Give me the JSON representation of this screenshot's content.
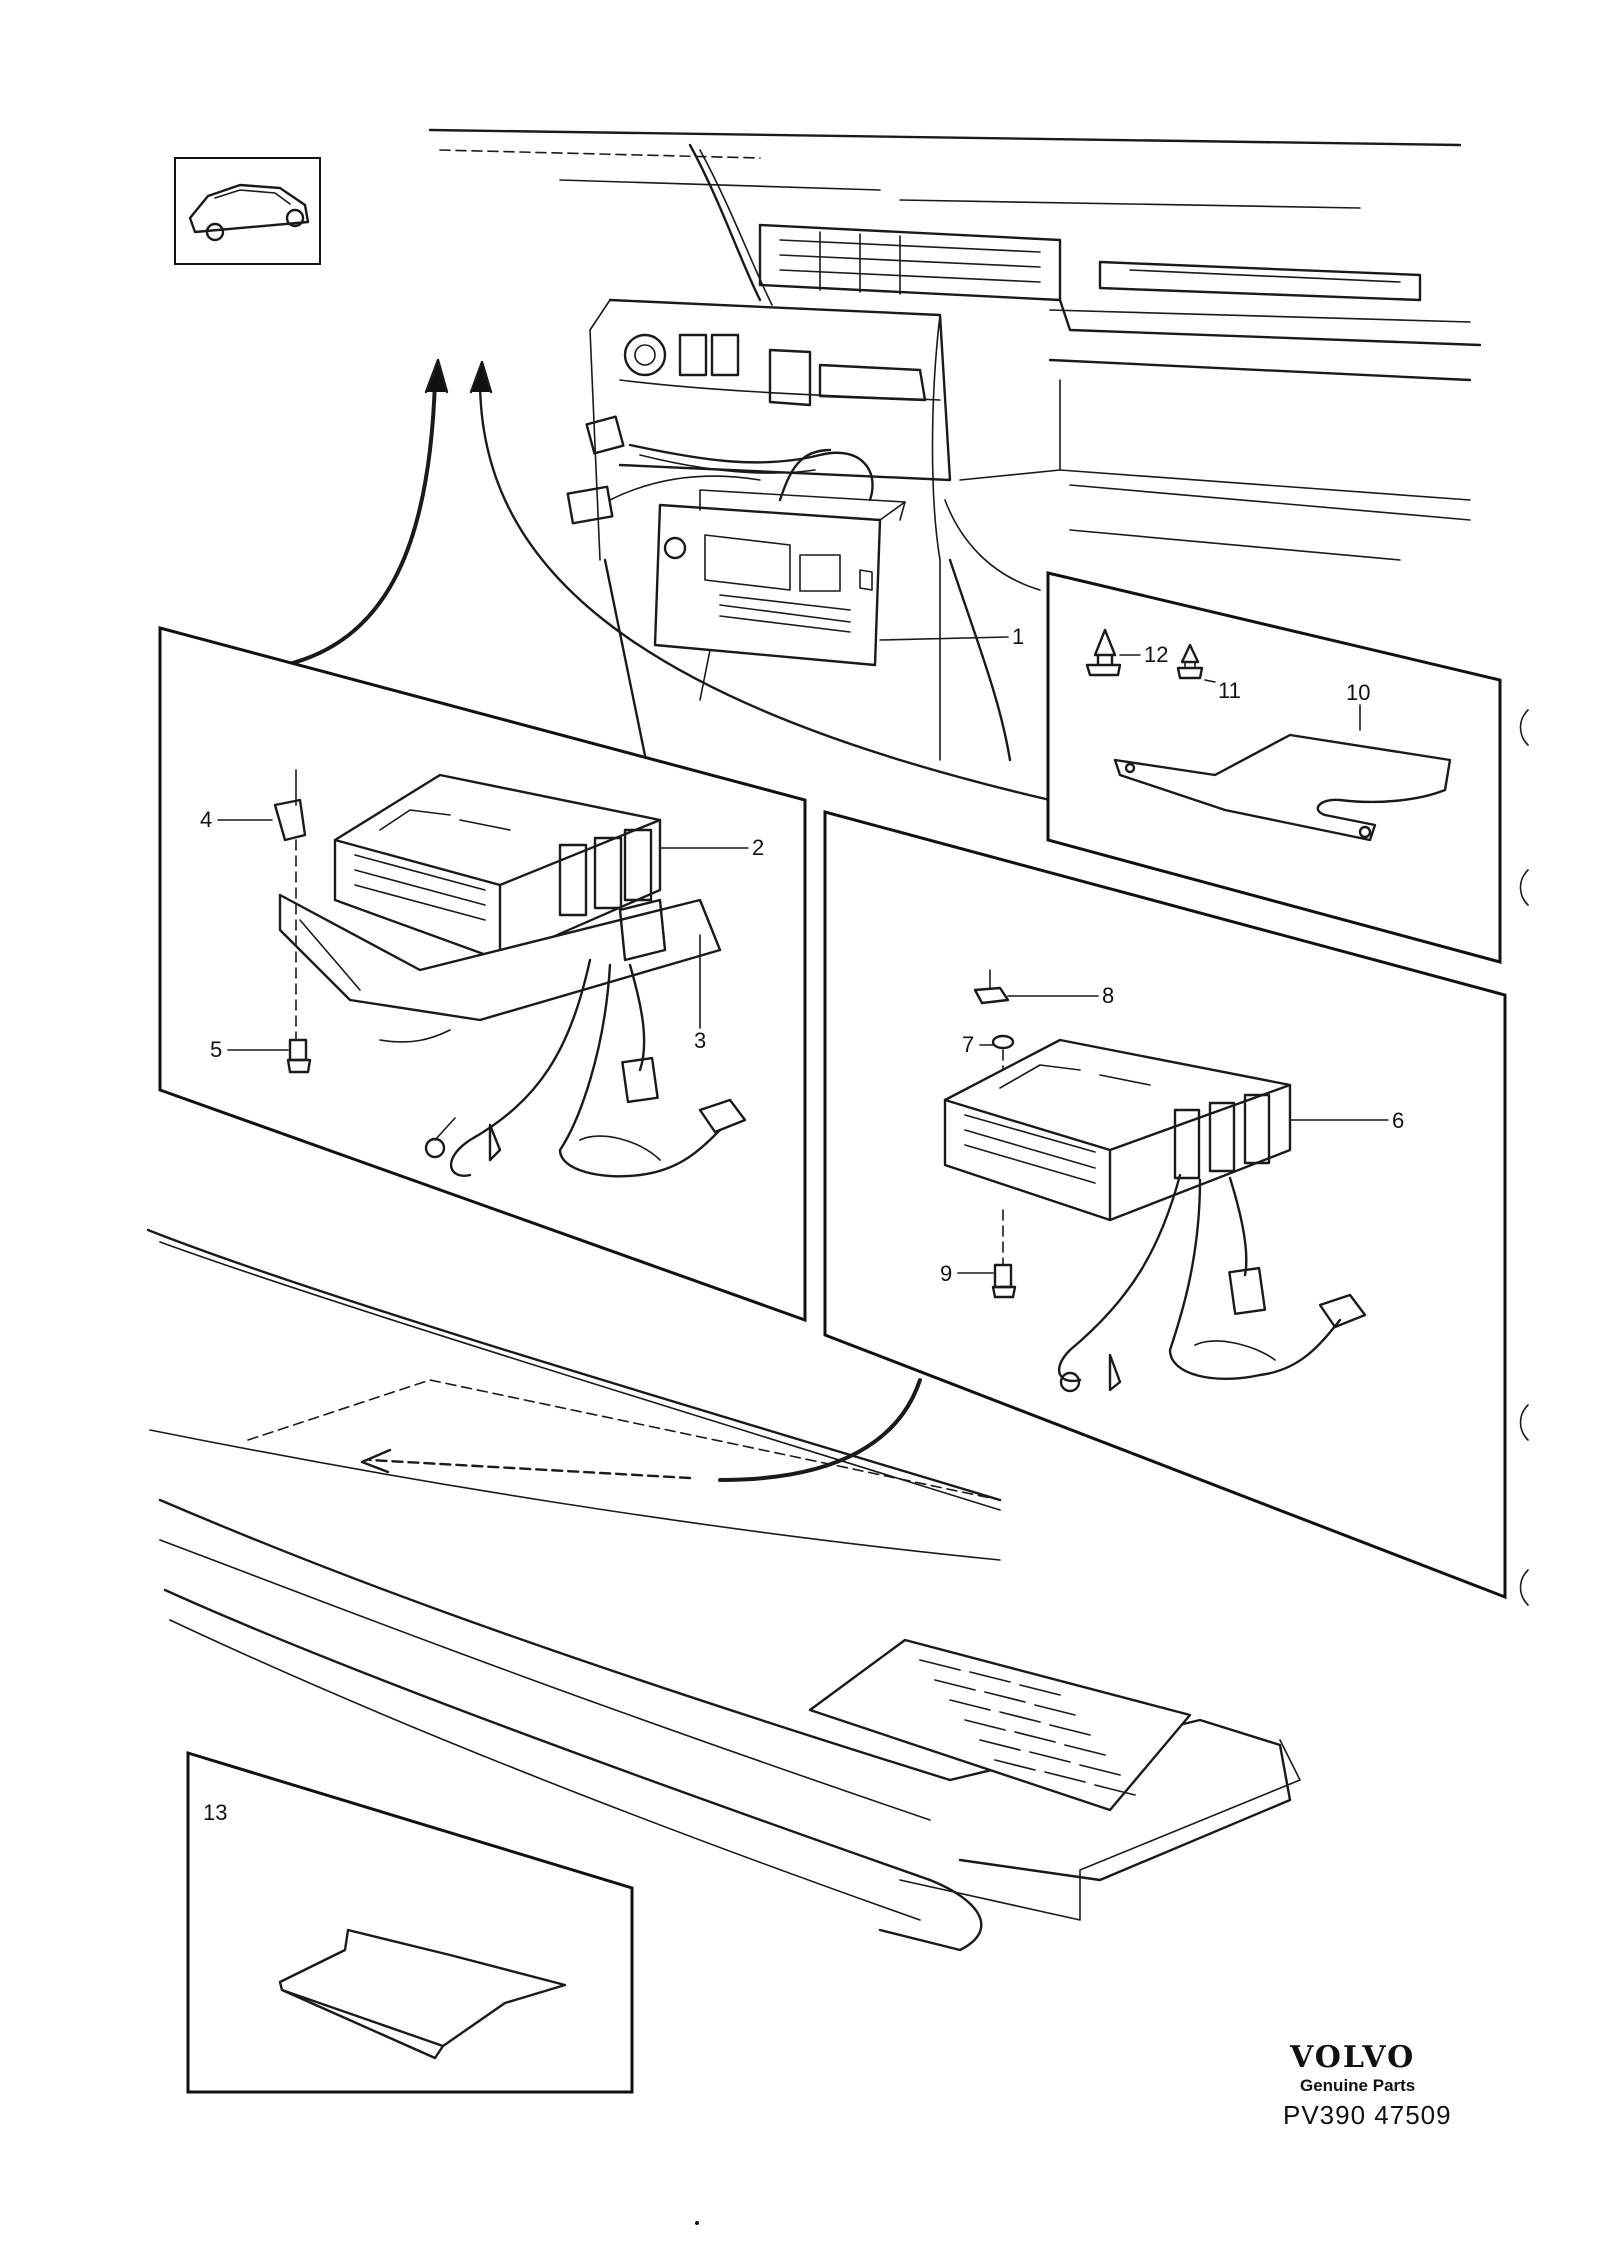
{
  "callouts": {
    "c1": "1",
    "c2": "2",
    "c3": "3",
    "c4": "4",
    "c5": "5",
    "c6": "6",
    "c7": "7",
    "c8": "8",
    "c9": "9",
    "c10": "10",
    "c11": "11",
    "c12": "12",
    "c13": "13"
  },
  "footer": {
    "brand": "VOLVO",
    "tagline": "Genuine Parts",
    "reference": "PV390  47509"
  },
  "colors": {
    "ink": "#1a1a1a",
    "paper": "#ffffff"
  }
}
